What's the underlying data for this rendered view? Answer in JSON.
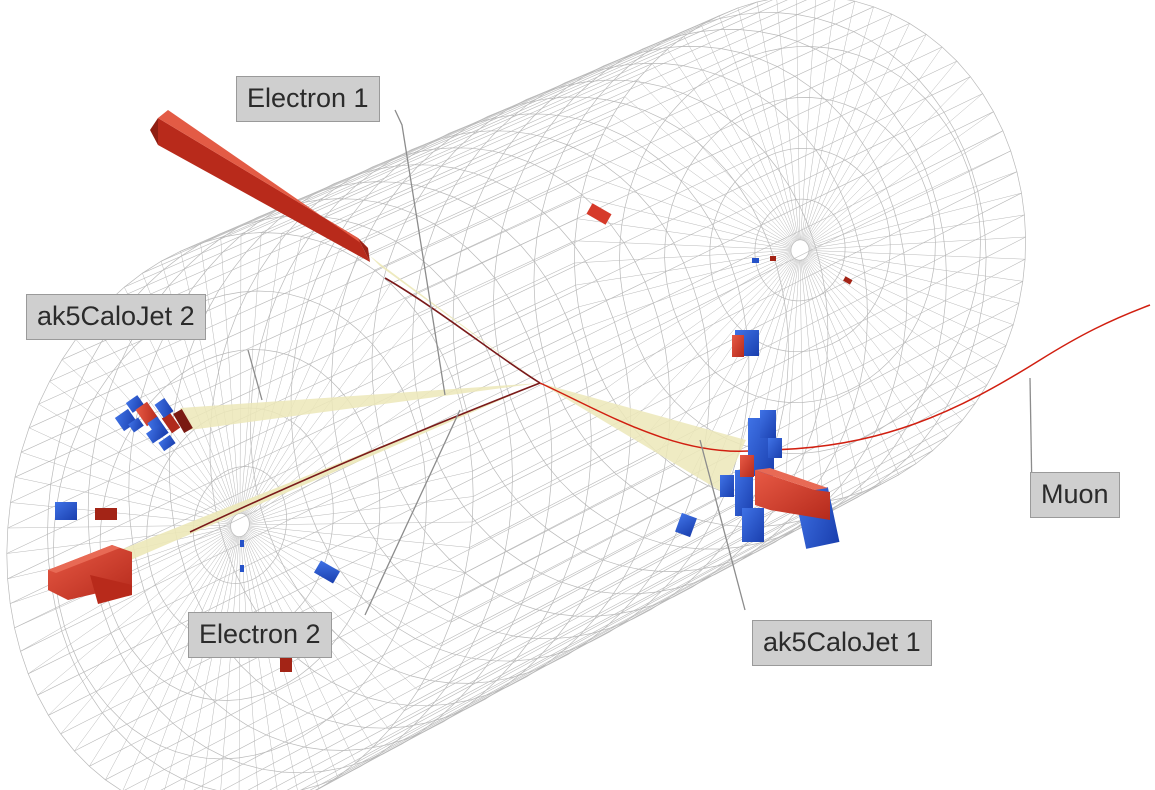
{
  "labels": {
    "electron1": "Electron 1",
    "electron2": "Electron 2",
    "jet1": "ak5CaloJet 1",
    "jet2": "ak5CaloJet 2",
    "muon": "Muon"
  },
  "colors": {
    "background": "#ffffff",
    "grid": "#b9b9b9",
    "ecal_deposit": "#d63a2a",
    "hcal_deposit": "#2552c9",
    "track": "#d11f10",
    "jet_cone": "#ece8b8",
    "label_bg": "#cfcfcf",
    "leader_line": "#8c8c8c"
  }
}
